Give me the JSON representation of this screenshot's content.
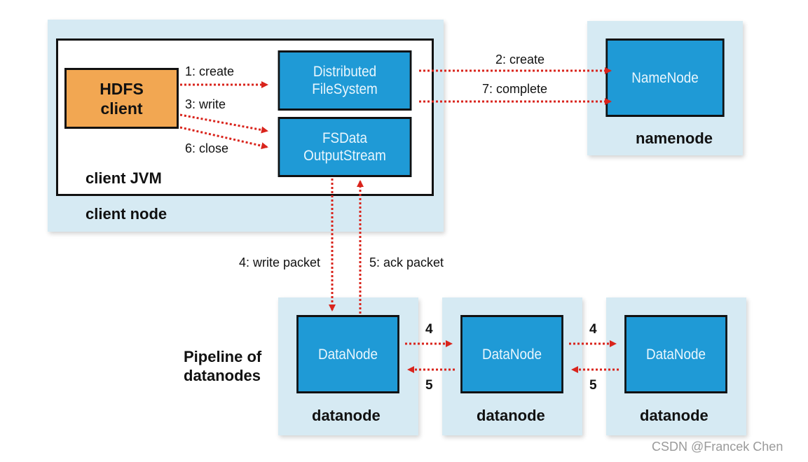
{
  "client_node": {
    "label": "client node",
    "jvm_label": "client JVM",
    "hdfs_client": "HDFS\nclient",
    "dfs": "Distributed\nFileSystem",
    "fsdos": "FSData\nOutputStream"
  },
  "namenode": {
    "box": "NameNode",
    "label": "namenode"
  },
  "pipeline": {
    "label": "Pipeline of\ndatanodes",
    "nodes": [
      {
        "box": "DataNode",
        "label": "datanode"
      },
      {
        "box": "DataNode",
        "label": "datanode"
      },
      {
        "box": "DataNode",
        "label": "datanode"
      }
    ],
    "forward": [
      "4",
      "4"
    ],
    "back": [
      "5",
      "5"
    ]
  },
  "steps": {
    "s1": "1: create",
    "s2": "2: create",
    "s3": "3: write",
    "s4": "4: write packet",
    "s5": "5: ack packet",
    "s6": "6: close",
    "s7": "7: complete"
  },
  "colors": {
    "arrow": "#d9241c",
    "panel": "#d6eaf3",
    "box_blue": "#1f9ad6",
    "box_orange": "#f2a752"
  },
  "watermark": "CSDN @Francek Chen"
}
